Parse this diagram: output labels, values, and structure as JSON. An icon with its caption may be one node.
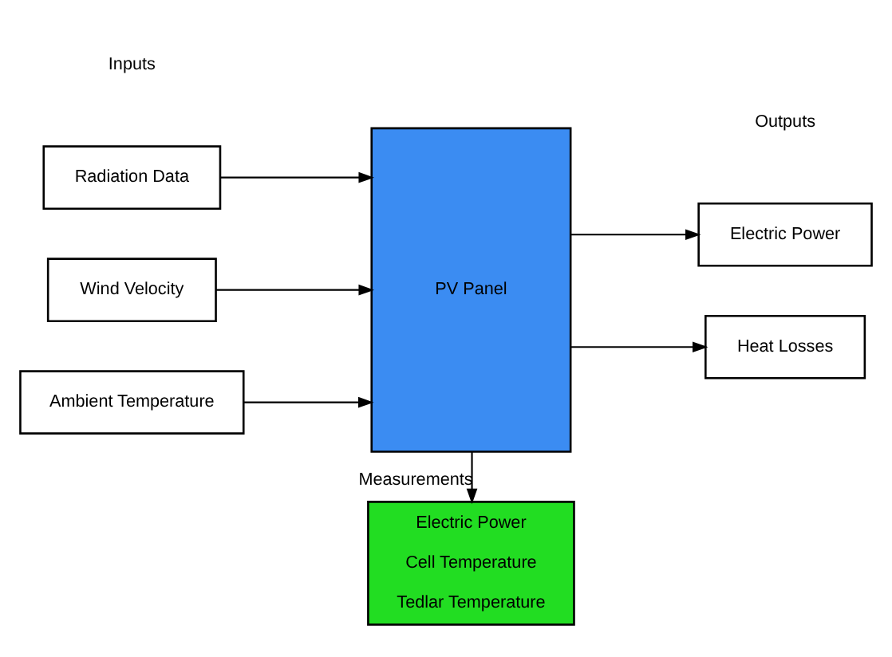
{
  "diagram": {
    "nodes": [
      {
        "text": [
          "Radiation Data"
        ]
      },
      {
        "text": [
          "Wind Velocity"
        ]
      },
      {
        "text": [
          "Ambient Temperature"
        ]
      },
      {
        "text": [
          "PV Panel"
        ]
      },
      {
        "text": [
          "Electric Power"
        ]
      },
      {
        "text": [
          "Heat Losses"
        ]
      },
      {
        "text": [
          "Electric Power",
          "Cell Temperature",
          "Tedlar Temperature"
        ]
      }
    ],
    "edges": [
      {
        "from": 0,
        "to": 3,
        "arrow": "to"
      },
      {
        "from": 1,
        "to": 3,
        "arrow": "to"
      },
      {
        "from": 2,
        "to": 3,
        "arrow": "to"
      },
      {
        "from": 3,
        "to": 4,
        "arrow": "to"
      },
      {
        "from": 3,
        "to": 5,
        "arrow": "to"
      },
      {
        "from": 3,
        "to": 6,
        "arrow": "to",
        "label": "Measurements"
      }
    ],
    "labels": [
      "Inputs",
      "Outputs"
    ]
  }
}
